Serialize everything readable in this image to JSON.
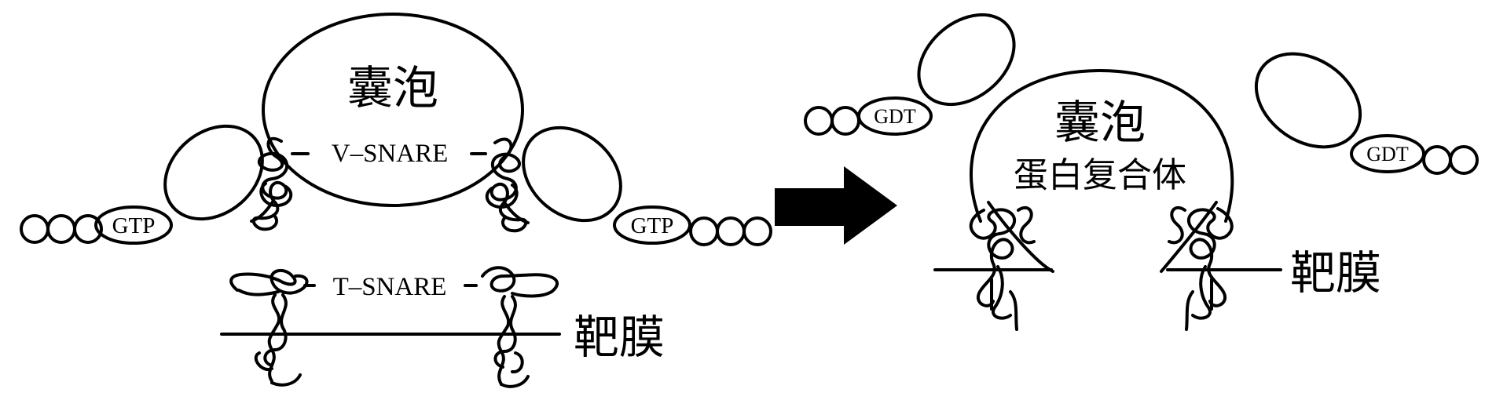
{
  "before": {
    "vesicle_label": "囊泡",
    "v_snare_label": "V–SNARE",
    "t_snare_label": "T–SNARE",
    "membrane_label": "靶膜",
    "gtp_left": "GTP",
    "gtp_right": "GTP"
  },
  "after": {
    "vesicle_label": "囊泡",
    "complex_label": "蛋白复合体",
    "membrane_label": "靶膜",
    "gdt_left": "GDT",
    "gdt_right": "GDT"
  },
  "colors": {
    "ink": "#000000",
    "background": "#ffffff"
  }
}
